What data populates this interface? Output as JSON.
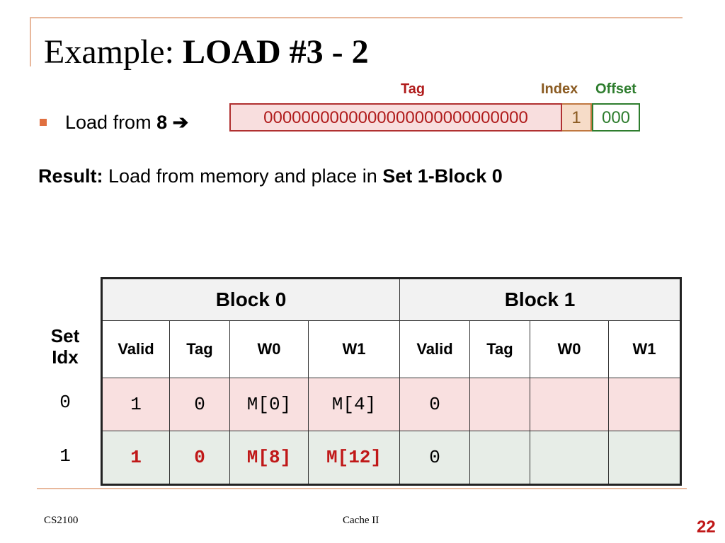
{
  "title": {
    "prefix": "Example:",
    "main": "LOAD #3 - 2"
  },
  "field_labels": {
    "tag": "Tag",
    "index": "Index",
    "offset": "Offset"
  },
  "bullet": {
    "text": "Load from",
    "value": "8",
    "arrow": "➔"
  },
  "address": {
    "tag_bits": "0000000000000000000000000000",
    "index_bits": "1",
    "offset_bits": "000"
  },
  "result": {
    "label": "Result:",
    "text": "Load from memory and place in",
    "target": "Set 1-Block 0"
  },
  "table": {
    "set_idx_label": [
      "Set",
      "Idx"
    ],
    "block_headers": [
      "Block 0",
      "Block 1"
    ],
    "columns": [
      "Valid",
      "Tag",
      "W0",
      "W1",
      "Valid",
      "Tag",
      "W0",
      "W1"
    ],
    "rows": [
      {
        "set": "0",
        "cells": [
          "1",
          "0",
          "M[0]",
          "M[4]",
          "0",
          "",
          "",
          ""
        ]
      },
      {
        "set": "1",
        "cells": [
          "1",
          "0",
          "M[8]",
          "M[12]",
          "0",
          "",
          "",
          ""
        ]
      }
    ]
  },
  "footer": {
    "course": "CS2100",
    "topic": "Cache II",
    "page": "22"
  },
  "colors": {
    "tag": "#b01c1c",
    "index": "#8a5a20",
    "offset": "#2e7d2e",
    "accent": "#e8b89c"
  }
}
